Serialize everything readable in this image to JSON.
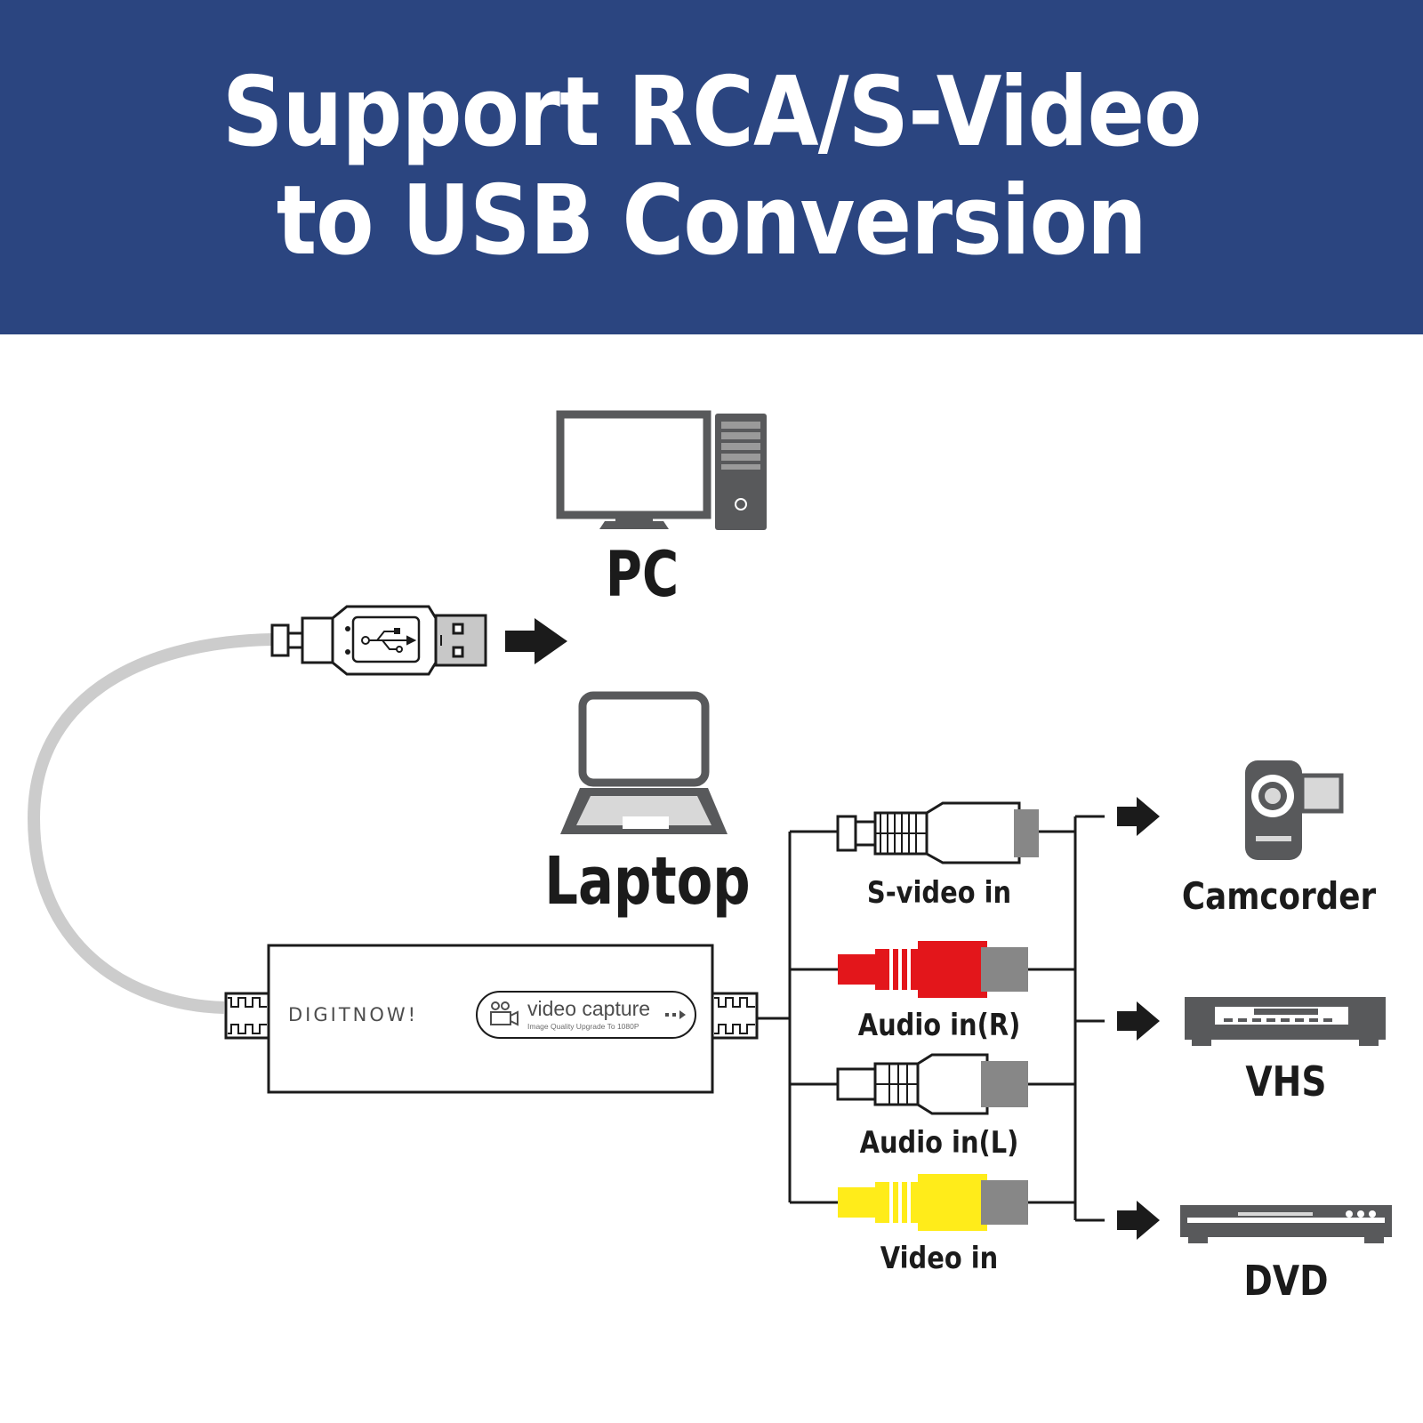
{
  "banner": {
    "title_line1": "Support RCA/S-Video",
    "title_line2": "to USB Conversion",
    "background": "#2b4580"
  },
  "targets": {
    "pc_label": "PC",
    "laptop_label": "Laptop"
  },
  "device": {
    "brand": "DIGITNOW!",
    "badge_title": "video capture",
    "badge_subtitle": "Image Quality Upgrade To 1080P"
  },
  "inputs": [
    {
      "label": "S-video in",
      "color": "#ffffff"
    },
    {
      "label": "Audio in(R)",
      "color": "#e3161b"
    },
    {
      "label": "Audio in(L)",
      "color": "#ffffff"
    },
    {
      "label": "Video in",
      "color": "#ffec1a"
    }
  ],
  "sources": [
    {
      "label": "Camcorder",
      "icon": "camcorder-icon"
    },
    {
      "label": "VHS",
      "icon": "vhs-player-icon"
    },
    {
      "label": "DVD",
      "icon": "dvd-player-icon"
    }
  ],
  "icons": [
    "desktop-pc-icon",
    "laptop-icon",
    "usb-plug-icon",
    "arrow-right-icon"
  ]
}
